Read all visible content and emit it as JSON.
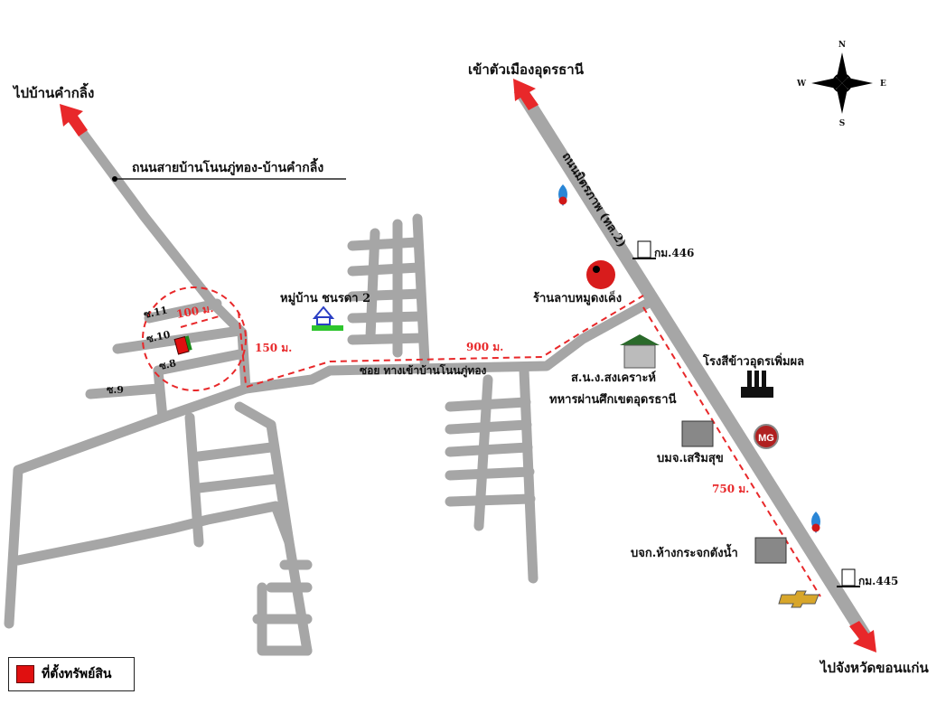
{
  "labels": {
    "to_kham_kling": "ไปบ้านคำกลิ้ง",
    "road_nonphuthong": "ถนนสายบ้านโนนภู่ทอง-บ้านคำกลิ้ง",
    "to_city": "เข้าตัวเมืองอุดรธานี",
    "highway": "ถนนมิตรภาพ (ทล.2)",
    "km446": "กม.446",
    "km445": "กม.445",
    "larb_shop": "ร้านลาบหมูดงเค็ง",
    "village": "หมู่บ้าน ชนรดา 2",
    "soi_entrance": "ซอย ทางเข้าบ้านโนนภู่ทอง",
    "school_1": "ส.น.ง.สงเคราะห์",
    "school_2": "ทหารผ่านศึกเขตอุดรธานี",
    "rice_mill": "โรงสีข้าวอุดรเพิ่มผล",
    "serm_suk": "บมจ.เสริมสุข",
    "glass_shop": "บจก.ห้างกระจกตังน้ำ",
    "to_khon_kaen": "ไปจังหวัดขอนแก่น",
    "soi11": "ซ.11",
    "soi10": "ซ.10",
    "soi8": "ซ.8",
    "soi9": "ซ.9"
  },
  "distances": {
    "d100": "100 ม.",
    "d150": "150 ม.",
    "d900": "900 ม.",
    "d750": "750 ม."
  },
  "compass": {
    "n": "N",
    "s": "S",
    "e": "E",
    "w": "W"
  },
  "legend": {
    "label": "ที่ตั้งทรัพย์สิน"
  },
  "colors": {
    "road": "#a6a6a6",
    "route": "#e8282a",
    "property": "#e01010"
  }
}
